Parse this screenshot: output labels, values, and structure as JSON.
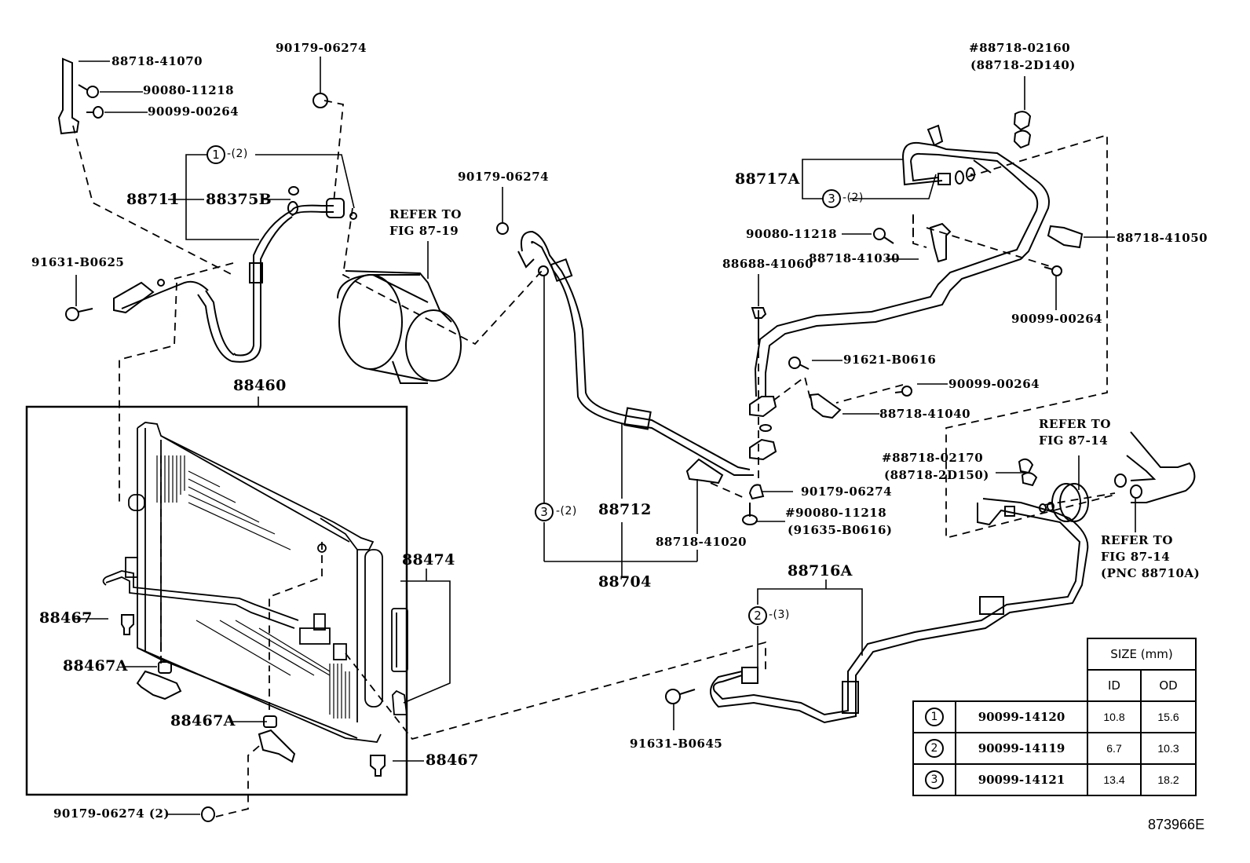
{
  "figure_id": "873966E",
  "labels": {
    "p88718_41070": "88718-41070",
    "p90080_11218_a": "90080-11218",
    "p90099_00264_a": "90099-00264",
    "p90179_06274_a": "90179-06274",
    "p88711": "88711",
    "p88375B": "88375B",
    "p91631_B0625": "91631-B0625",
    "p90179_06274_b": "90179-06274",
    "refer_87_19_line1": "REFER TO",
    "refer_87_19_line2": "FIG 87-19",
    "p88460": "88460",
    "p88474": "88474",
    "p88467_a": "88467",
    "p88467A_a": "88467A",
    "p88467A_b": "88467A",
    "p88467_b": "88467",
    "p90179_06274_c": "90179-06274",
    "p90179_06274_c_qty": "(2)",
    "p88712": "88712",
    "p88704": "88704",
    "p88718_02160_line1": "#88718-02160",
    "p88718_02160_line2": "(88718-2D140)",
    "p88717A": "88717A",
    "p90080_11218_b": "90080-11218",
    "p88718_41030": "88718-41030",
    "p88718_41050": "88718-41050",
    "p88688_41060": "88688-41060",
    "p90099_00264_b": "90099-00264",
    "p91621_B0616": "91621-B0616",
    "p90099_00264_c": "90099-00264",
    "p88718_41040": "88718-41040",
    "p88718_02170_line1": "#88718-02170",
    "p88718_02170_line2": "(88718-2D150)",
    "refer_87_14a_line1": "REFER TO",
    "refer_87_14a_line2": "FIG 87-14",
    "refer_87_14b_line1": "REFER TO",
    "refer_87_14b_line2": "FIG 87-14",
    "refer_87_14b_line3": "(PNC 88710A)",
    "p90179_06274_d": "90179-06274",
    "p90080_11218_c_line1": "#90080-11218",
    "p90080_11218_c_line2": "(91635-B0616)",
    "p88718_41020": "88718-41020",
    "p88716A": "88716A",
    "p91631_B0645": "91631-B0645"
  },
  "callouts": {
    "c1": {
      "ring": "1",
      "qty": "-(2)"
    },
    "c3a": {
      "ring": "3",
      "qty": "-(2)"
    },
    "c3b": {
      "ring": "3",
      "qty": "-(2)"
    },
    "c2": {
      "ring": "2",
      "qty": "-(3)"
    }
  },
  "size_table": {
    "header": "SIZE (mm)",
    "col_id": "ID",
    "col_od": "OD",
    "rows": [
      {
        "ring": "1",
        "part": "90099-14120",
        "id": "10.8",
        "od": "15.6"
      },
      {
        "ring": "2",
        "part": "90099-14119",
        "id": "6.7",
        "od": "10.3"
      },
      {
        "ring": "3",
        "part": "90099-14121",
        "id": "13.4",
        "od": "18.2"
      }
    ]
  }
}
